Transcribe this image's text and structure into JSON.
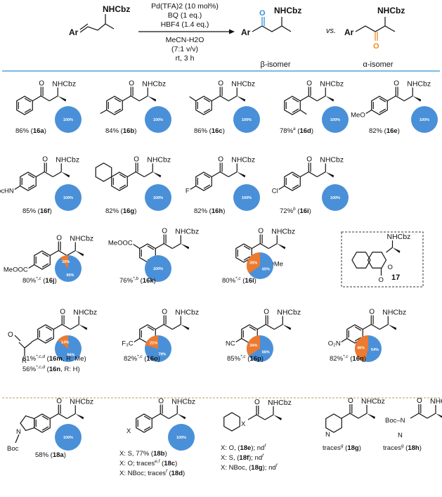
{
  "scheme": {
    "reactant_groups": [
      "NHCbz",
      "Ar"
    ],
    "conditions": [
      "Pd(TFA)2 (10 mol%)",
      "BQ (1 eq.)",
      "HBF4 (1.4 eq.)",
      "MeCN-H2O",
      "(7:1 v/v)",
      "rt, 3 h"
    ],
    "beta_label": "β-isomer",
    "vs_label": "vs.",
    "alpha_label": "α-isomer",
    "colors": {
      "beta_carbonyl": "#2f8fd8",
      "alpha_carbonyl": "#ee8a1f",
      "rule": "#2f8fd8",
      "dash_rule": "#b79c57"
    }
  },
  "compounds": [
    {
      "id": "16a",
      "caption_prefix": "86% (",
      "label": "16a",
      "caption_suffix": ")",
      "beta_pct": 100,
      "alpha_pct": 0,
      "beta_label": "100%",
      "alpha_label": ""
    },
    {
      "id": "16b",
      "caption_prefix": "84% (",
      "label": "16b",
      "caption_suffix": ")",
      "beta_pct": 100,
      "alpha_pct": 0,
      "beta_label": "100%",
      "alpha_label": ""
    },
    {
      "id": "16c",
      "caption_prefix": "86% (",
      "label": "16c",
      "caption_suffix": ")",
      "beta_pct": 100,
      "alpha_pct": 0,
      "beta_label": "100%",
      "alpha_label": ""
    },
    {
      "id": "16d",
      "caption_prefix": "78%",
      "sup": "a",
      "caption_mid": " (",
      "label": "16d",
      "caption_suffix": ")",
      "beta_pct": 100,
      "alpha_pct": 0,
      "beta_label": "100%",
      "alpha_label": ""
    },
    {
      "id": "16e",
      "caption_prefix": "82% (",
      "label": "16e",
      "caption_suffix": ")",
      "beta_pct": 100,
      "alpha_pct": 0,
      "beta_label": "100%",
      "alpha_label": ""
    },
    {
      "id": "16f",
      "caption_prefix": "85% (",
      "label": "16f",
      "caption_suffix": ")",
      "beta_pct": 100,
      "alpha_pct": 0,
      "beta_label": "100%",
      "alpha_label": ""
    },
    {
      "id": "16g",
      "caption_prefix": "82% (",
      "label": "16g",
      "caption_suffix": ")",
      "beta_pct": 100,
      "alpha_pct": 0,
      "beta_label": "100%",
      "alpha_label": ""
    },
    {
      "id": "16h",
      "caption_prefix": "82% (",
      "label": "16h",
      "caption_suffix": ")",
      "beta_pct": 100,
      "alpha_pct": 0,
      "beta_label": "100%",
      "alpha_label": ""
    },
    {
      "id": "16i",
      "caption_prefix": "72%",
      "sup": "b",
      "caption_mid": " (",
      "label": "16i",
      "caption_suffix": ")",
      "beta_pct": 100,
      "alpha_pct": 0,
      "beta_label": "100%",
      "alpha_label": ""
    },
    {
      "id": "16j",
      "caption_prefix": "80%",
      "sup": "*,c",
      "caption_mid": " (",
      "label": "16j",
      "caption_suffix": ")",
      "beta_pct": 90,
      "alpha_pct": 10,
      "beta_label": "90%",
      "alpha_label": "10%"
    },
    {
      "id": "16k",
      "caption_prefix": "76%",
      "sup": "*,b",
      "caption_mid": " (",
      "label": "16k",
      "caption_suffix": ")",
      "beta_pct": 100,
      "alpha_pct": 0,
      "beta_label": "100%",
      "alpha_label": ""
    },
    {
      "id": "16l",
      "caption_prefix": "80%",
      "sup": "*,c",
      "caption_mid": " (",
      "label": "16l",
      "caption_suffix": ")",
      "beta_pct": 65,
      "alpha_pct": 35,
      "beta_label": "65%",
      "alpha_label": "35%"
    },
    {
      "id": "16m",
      "caption_prefix": "81%",
      "sup": "*,c,d",
      "caption_mid": " (",
      "label": "16m",
      "caption_suffix": ", R: Me)",
      "beta_pct": 86,
      "alpha_pct": 14,
      "beta_label": "86%",
      "alpha_label": "14%"
    },
    {
      "id": "16n",
      "caption_prefix": "56%",
      "sup": "*,c,d",
      "caption_mid": " (",
      "label": "16n",
      "caption_suffix": ", R: H)",
      "no_pie": true
    },
    {
      "id": "16o",
      "caption_prefix": "82%",
      "sup": "*,c",
      "caption_mid": " (",
      "label": "16o",
      "caption_suffix": ")",
      "beta_pct": 79,
      "alpha_pct": 21,
      "beta_label": "79%",
      "alpha_label": "21%"
    },
    {
      "id": "16p",
      "caption_prefix": "85%",
      "sup": "*,c",
      "caption_mid": " (",
      "label": "16p",
      "caption_suffix": ")",
      "beta_pct": 66,
      "alpha_pct": 34,
      "beta_label": "66%",
      "alpha_label": "34%"
    },
    {
      "id": "16q",
      "caption_prefix": "82%",
      "sup": "*,c",
      "caption_mid": " (",
      "label": "16q",
      "caption_suffix": ")",
      "beta_pct": 54,
      "alpha_pct": 46,
      "beta_label": "54%",
      "alpha_label": "46%"
    },
    {
      "id": "18a",
      "caption_prefix": "58% (",
      "label": "18a",
      "caption_suffix": ")",
      "beta_pct": 100,
      "alpha_pct": 0,
      "beta_label": "100%",
      "alpha_label": ""
    },
    {
      "id": "18b",
      "caption_prefix": "X: S, 77% (",
      "label": "18b",
      "caption_suffix": ")",
      "beta_pct": 100,
      "alpha_pct": 0,
      "beta_label": "100%",
      "alpha_label": ""
    }
  ],
  "compound_17": {
    "label": "17"
  },
  "heteroaryl_notes": {
    "c18c": {
      "prefix": "X: O; traces",
      "sup": "e,f",
      "mid": " (",
      "label": "18c",
      "suffix": ")"
    },
    "c18d": {
      "prefix": "X: NBoc; traces",
      "sup": "f",
      "mid": " (",
      "label": "18d",
      "suffix": ")"
    },
    "c18e": {
      "prefix": "X: O, (",
      "label": "18e",
      "suffix": "); nd",
      "sup": "f"
    },
    "c18f": {
      "prefix": "X: S, (",
      "label": "18f",
      "suffix": "); nd",
      "sup": "f"
    },
    "c18g2": {
      "prefix": "X: NBoc, (",
      "label": "18g",
      "suffix": "); nd",
      "sup": "f"
    },
    "c18g": {
      "prefix": "traces",
      "sup": "g",
      "mid": " (",
      "label": "18g",
      "suffix": ")"
    },
    "c18h": {
      "prefix": "traces",
      "sup": "g",
      "mid": " (",
      "label": "18h",
      "suffix": ")"
    }
  },
  "substituents": {
    "nhcbz": "NHCbz",
    "meo": "MeO",
    "bochn": "BocHN",
    "f": "F",
    "cl": "Cl",
    "meooc": "MeOOC",
    "cooMe": "COOMe",
    "r": "R",
    "cf3": "F₃C",
    "nc": "NC",
    "no2": "O₂N",
    "boc": "Boc",
    "n": "N",
    "x": "X",
    "o": "O"
  }
}
